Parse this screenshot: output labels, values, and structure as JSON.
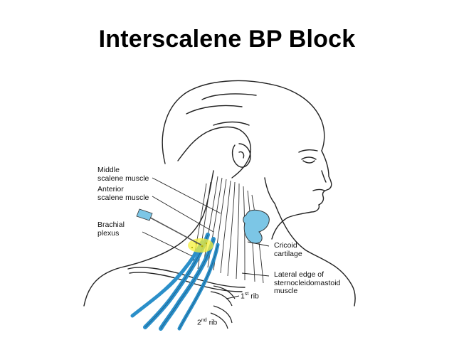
{
  "slide": {
    "title": "Interscalene BP Block"
  },
  "labels": {
    "middle_scalene": [
      "Middle",
      "scalene muscle"
    ],
    "anterior_scalene": [
      "Anterior",
      "scalene muscle"
    ],
    "brachial_plexus": [
      "Brachial",
      "plexus"
    ],
    "cricoid": [
      "Cricoid",
      "cartilage"
    ],
    "sternocleidomastoid": [
      "Lateral edge of",
      "sternocleidomastoid",
      "muscle"
    ],
    "first_rib": {
      "ordinal": "1",
      "suffix": "st",
      "word": "rib"
    },
    "second_rib": {
      "ordinal": "2",
      "suffix": "nd",
      "word": "rib"
    }
  },
  "colors": {
    "nerve": "#2b8fc9",
    "cartilage": "#7cc6e6",
    "injection": "#f5f03a",
    "line": "#222222"
  }
}
